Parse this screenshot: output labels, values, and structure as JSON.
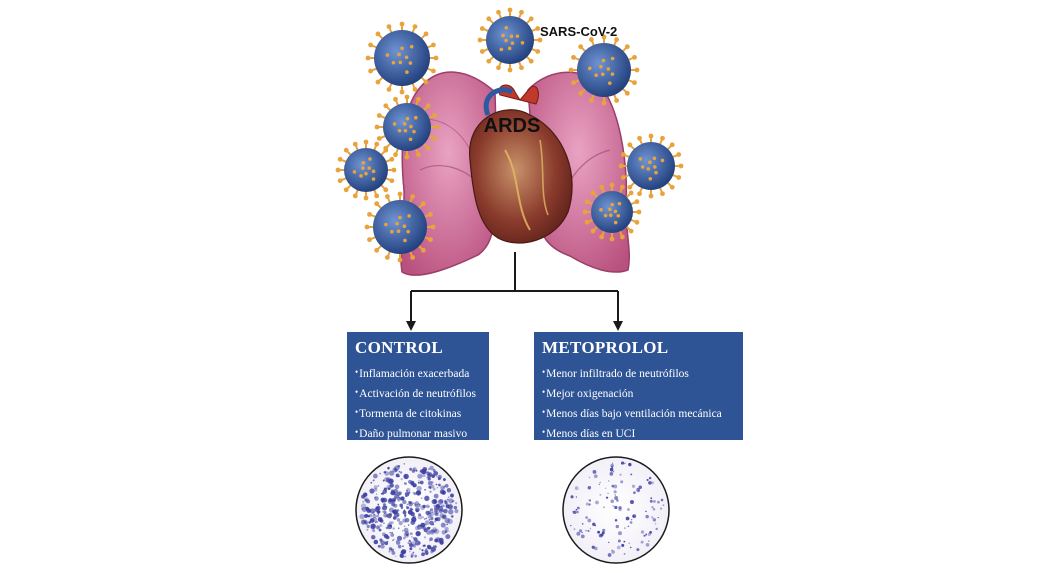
{
  "labels": {
    "virus": "SARS-CoV-2",
    "condition": "ARDS"
  },
  "colors": {
    "panel": "#2e5496",
    "lung": "#d87ba4",
    "virus_body": "#3a62a8",
    "virus_spike": "#e8a33c",
    "stain": "#3b3fa0"
  },
  "panels": {
    "control": {
      "title": "CONTROL",
      "items": [
        "Inflamación exacerbada",
        "Activación de neutrófilos",
        "Tormenta de citokinas",
        "Daño pulmonar masivo"
      ]
    },
    "metoprolol": {
      "title": "METOPROLOL",
      "items": [
        "Menor infiltrado de neutrófilos",
        "Mejor oxigenación",
        "Menos días bajo ventilación mecánica",
        "Menos días en UCI"
      ]
    }
  },
  "histology": {
    "control_density": 0.85,
    "metoprolol_density": 0.25
  }
}
